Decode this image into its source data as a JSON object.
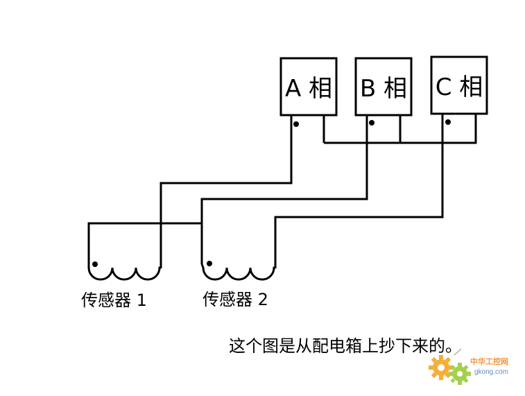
{
  "phases": [
    {
      "id": "a",
      "label": "A 相"
    },
    {
      "id": "b",
      "label": "B 相"
    },
    {
      "id": "c",
      "label": "C 相"
    }
  ],
  "sensors": [
    {
      "id": "1",
      "label": "传感器 1"
    },
    {
      "id": "2",
      "label": "传感器 2"
    }
  ],
  "caption": "这个图是从配电箱上抄下来的。",
  "watermark": {
    "line1": "中华工控网",
    "line2": "gkong.com",
    "colors": {
      "gear_left": "#f5a623",
      "gear_right": "#9ccc3c",
      "text_top": "#f08a24",
      "text_bottom": "#4a7bbf"
    }
  }
}
